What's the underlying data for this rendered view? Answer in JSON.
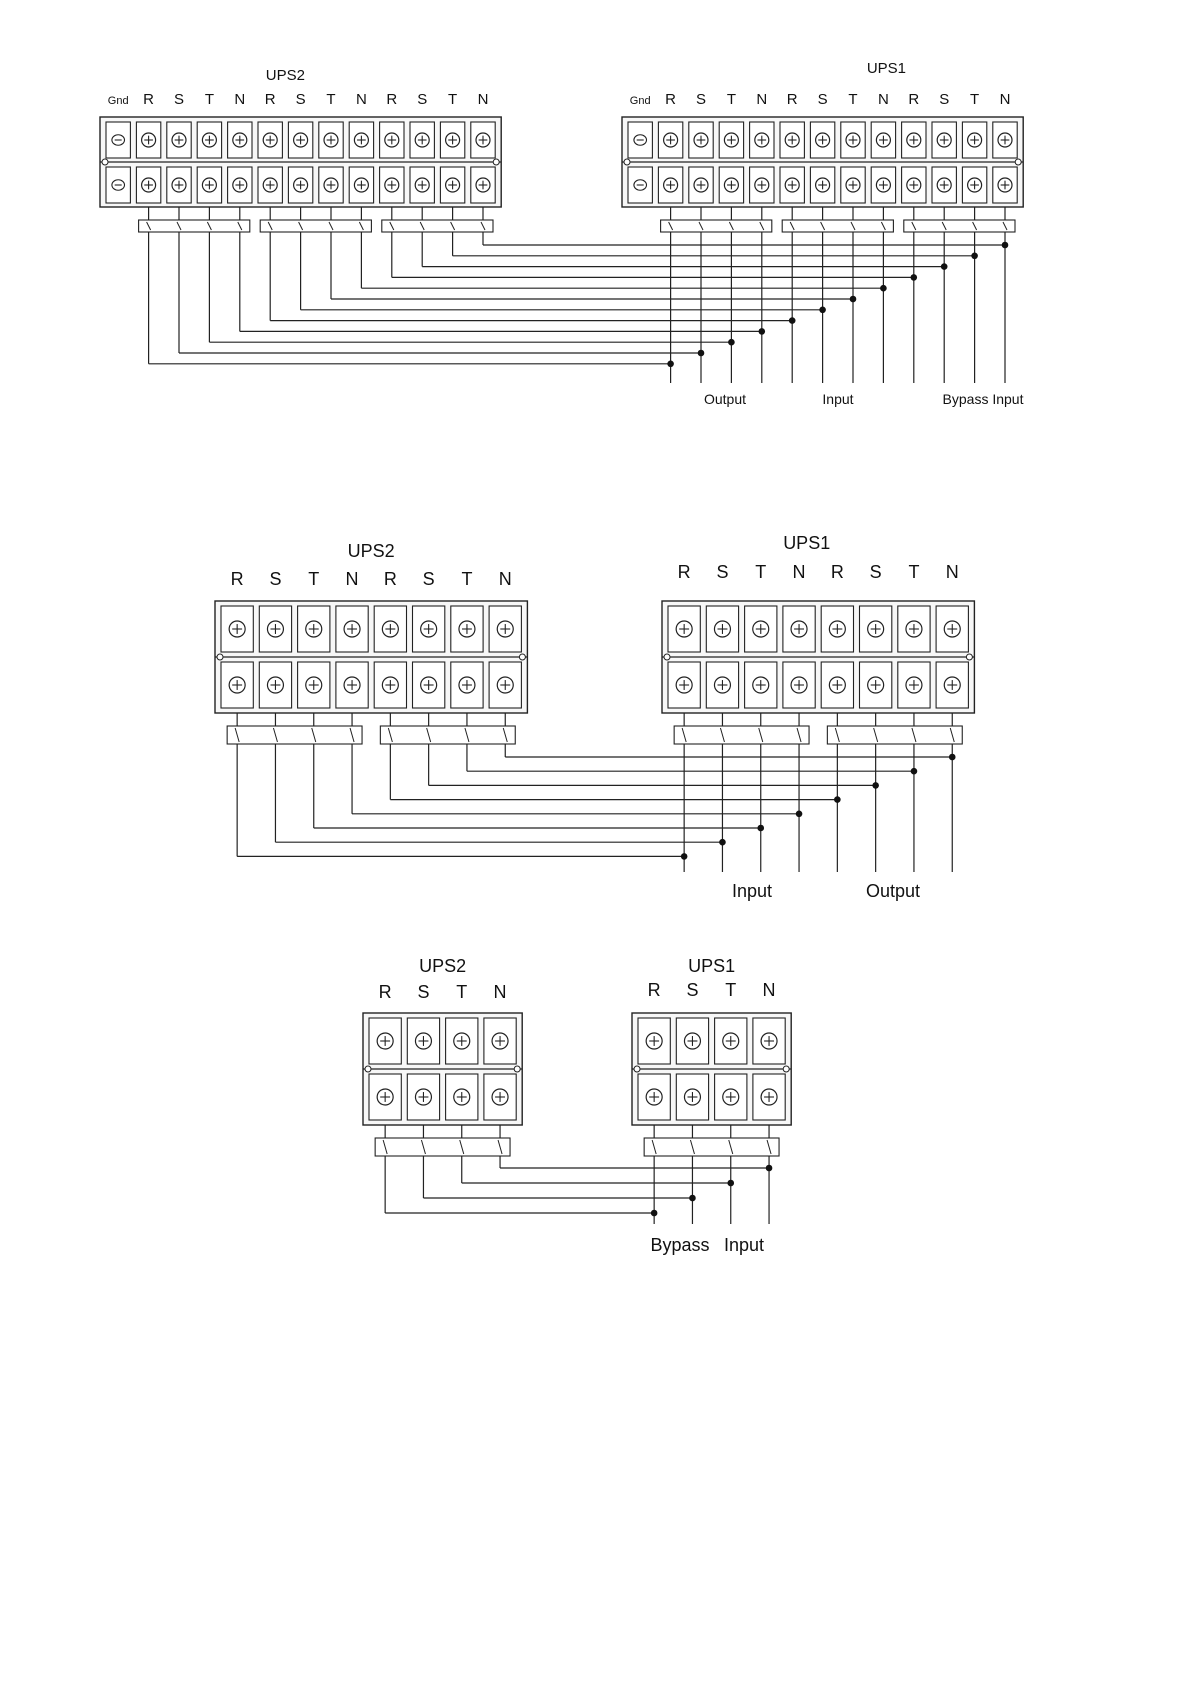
{
  "diagrams": [
    {
      "ups2": {
        "label": "UPS2",
        "terminals": [
          "Gnd",
          "R",
          "S",
          "T",
          "N",
          "R",
          "S",
          "T",
          "N",
          "R",
          "S",
          "T",
          "N"
        ]
      },
      "ups1": {
        "label": "UPS1",
        "terminals": [
          "Gnd",
          "R",
          "S",
          "T",
          "N",
          "R",
          "S",
          "T",
          "N",
          "R",
          "S",
          "T",
          "N"
        ]
      },
      "groups": [
        "Output",
        "Input",
        "Bypass Input"
      ]
    },
    {
      "ups2": {
        "label": "UPS2",
        "terminals": [
          "R",
          "S",
          "T",
          "N",
          "R",
          "S",
          "T",
          "N"
        ]
      },
      "ups1": {
        "label": "UPS1",
        "terminals": [
          "R",
          "S",
          "T",
          "N",
          "R",
          "S",
          "T",
          "N"
        ]
      },
      "groups": [
        "Input",
        "Output"
      ]
    },
    {
      "ups2": {
        "label": "UPS2",
        "terminals": [
          "R",
          "S",
          "T",
          "N"
        ]
      },
      "ups1": {
        "label": "UPS1",
        "terminals": [
          "R",
          "S",
          "T",
          "N"
        ]
      },
      "groups": [
        "Bypass",
        "Input"
      ]
    }
  ]
}
